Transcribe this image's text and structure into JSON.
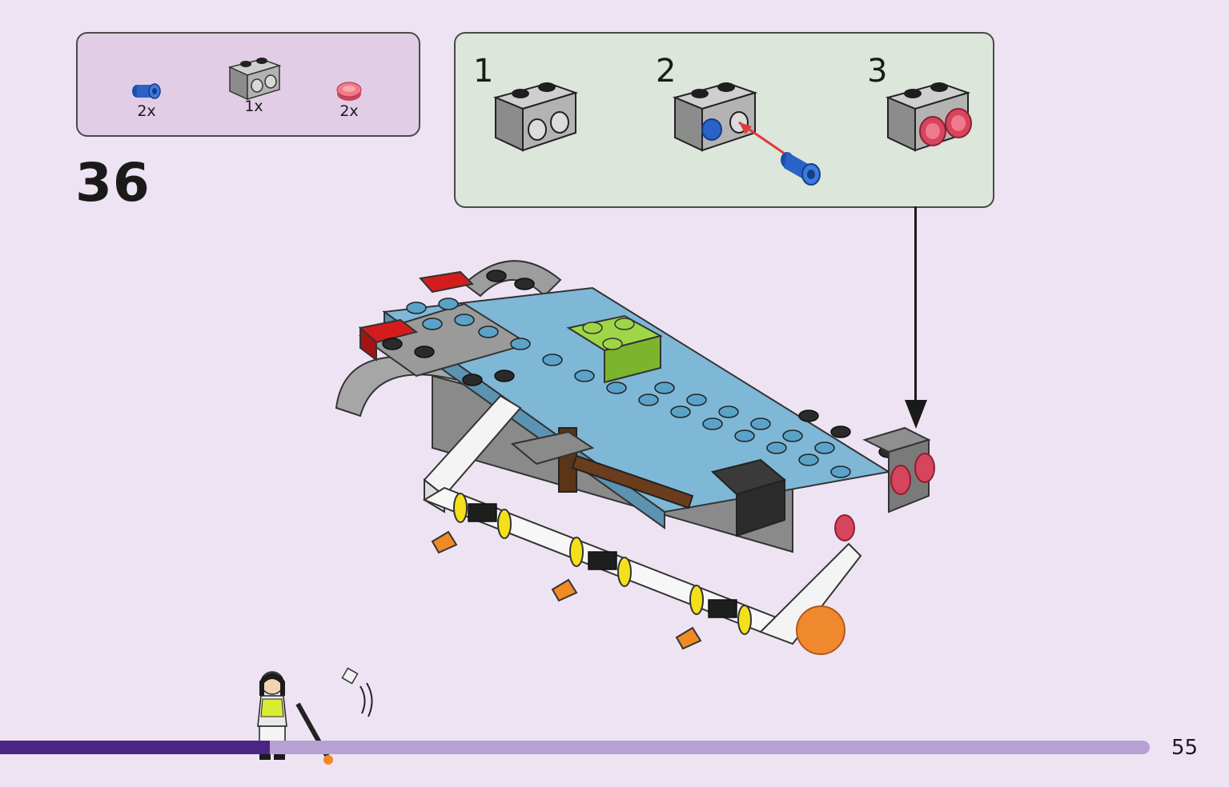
{
  "step": {
    "number": "36"
  },
  "parts": [
    {
      "name": "blue-connector-pin",
      "qty": "2x",
      "color": "#2a62c9"
    },
    {
      "name": "gray-technic-brick-1x2",
      "qty": "1x",
      "color": "#a9a9a9"
    },
    {
      "name": "trans-red-round-tile",
      "qty": "2x",
      "color": "#e25a6b"
    }
  ],
  "substeps": [
    {
      "label": "1"
    },
    {
      "label": "2"
    },
    {
      "label": "3"
    }
  ],
  "progress": {
    "fraction": 0.235
  },
  "page": {
    "number": "55"
  },
  "colors": {
    "background": "#ede3f3",
    "parts_panel": "#e2cde6",
    "substep_panel": "#dce6da",
    "progress_fill": "#4b2586",
    "progress_track": "#b7a1d2"
  }
}
